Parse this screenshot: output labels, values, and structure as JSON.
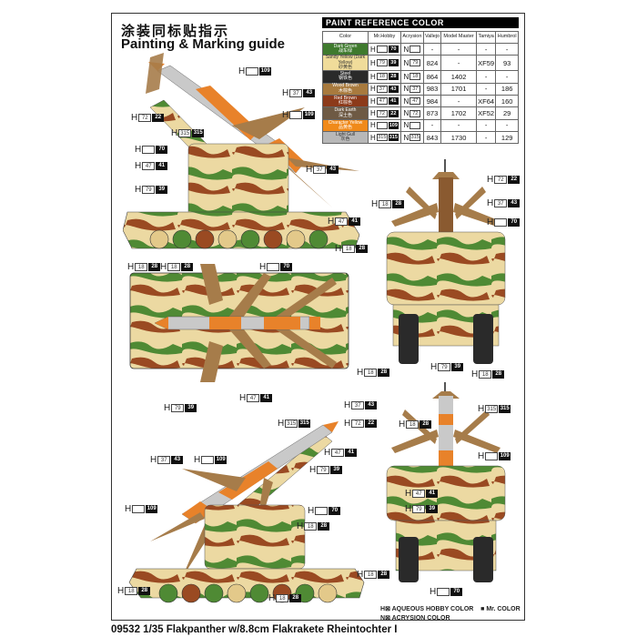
{
  "header": {
    "title_cn": "涂装同标贴指示",
    "title_en": "Painting & Marking guide"
  },
  "footer": {
    "caption": "09532 1/35 Flakpanther w/8.8cm Flakrakete Rheintochter I"
  },
  "paint_table": {
    "title": "PAINT  REFERENCE COLOR",
    "columns": [
      "Color",
      "Mr.Hobby",
      "Acrysion",
      "Vallejo",
      "Model Master",
      "Tamiya",
      "Humbrol"
    ],
    "rows": [
      {
        "name": "Dark Green",
        "name_cn": "战车绿",
        "swatch": "#3f7a2e",
        "text": "#ffffff",
        "h_aqueous": "",
        "h_mr": "70",
        "n": "",
        "vallejo": "-",
        "model_master": "-",
        "tamiya": "-",
        "humbrol": "-"
      },
      {
        "name": "Sandy Yellow (Dark Yellow)",
        "name_cn": "砂黄色",
        "swatch": "#f0dc9a",
        "text": "#333333",
        "h_aqueous": "79",
        "h_mr": "39",
        "n": "79",
        "vallejo": "824",
        "model_master": "-",
        "tamiya": "XF59",
        "humbrol": "93"
      },
      {
        "name": "Steel",
        "name_cn": "钢铁色",
        "swatch": "#2a2a2a",
        "text": "#ffffff",
        "h_aqueous": "18",
        "h_mr": "28",
        "n": "18",
        "vallejo": "864",
        "model_master": "1402",
        "tamiya": "-",
        "humbrol": "-"
      },
      {
        "name": "Wood Brown",
        "name_cn": "木棕色",
        "swatch": "#a87a3e",
        "text": "#ffffff",
        "h_aqueous": "37",
        "h_mr": "43",
        "n": "37",
        "vallejo": "983",
        "model_master": "1701",
        "tamiya": "-",
        "humbrol": "186"
      },
      {
        "name": "Red Brown",
        "name_cn": "红棕色",
        "swatch": "#8c3a1a",
        "text": "#ffffff",
        "h_aqueous": "47",
        "h_mr": "41",
        "n": "47",
        "vallejo": "984",
        "model_master": "-",
        "tamiya": "XF64",
        "humbrol": "160"
      },
      {
        "name": "Dark Earth",
        "name_cn": "深土色",
        "swatch": "#6e5a44",
        "text": "#ffffff",
        "h_aqueous": "72",
        "h_mr": "22",
        "n": "72",
        "vallejo": "873",
        "model_master": "1702",
        "tamiya": "XF52",
        "humbrol": "29"
      },
      {
        "name": "Character Yellow",
        "name_cn": "品黄色",
        "swatch": "#f08a1a",
        "text": "#ffffff",
        "h_aqueous": "",
        "h_mr": "109",
        "n": "",
        "vallejo": "-",
        "model_master": "-",
        "tamiya": "-",
        "humbrol": "-"
      },
      {
        "name": "Light Gull",
        "name_cn": "灰色",
        "swatch": "#b8b8b8",
        "text": "#333333",
        "h_aqueous": "315",
        "h_mr": "315",
        "n": "315",
        "vallejo": "843",
        "model_master": "1730",
        "tamiya": "-",
        "humbrol": "129"
      }
    ]
  },
  "callouts": {
    "side_top": [
      {
        "w": "",
        "b": "109"
      },
      {
        "w": "37",
        "b": "43"
      },
      {
        "w": "",
        "b": "109"
      },
      {
        "w": "72",
        "b": "22"
      },
      {
        "w": "315",
        "b": "315"
      },
      {
        "w": "",
        "b": "70"
      },
      {
        "w": "47",
        "b": "41"
      },
      {
        "w": "79",
        "b": "39"
      },
      {
        "w": "37",
        "b": "43"
      },
      {
        "w": "18",
        "b": "28"
      },
      {
        "w": "47",
        "b": "41"
      },
      {
        "w": "18",
        "b": "28"
      }
    ],
    "front_top": [
      {
        "w": "72",
        "b": "22"
      },
      {
        "w": "37",
        "b": "43"
      },
      {
        "w": "",
        "b": "70"
      },
      {
        "w": "79",
        "b": "39"
      },
      {
        "w": "18",
        "b": "28"
      }
    ],
    "top_view": [
      {
        "w": "18",
        "b": "28"
      },
      {
        "w": "18",
        "b": "28"
      },
      {
        "w": "",
        "b": "70"
      },
      {
        "w": "18",
        "b": "28"
      },
      {
        "w": "47",
        "b": "41"
      },
      {
        "w": "79",
        "b": "39"
      }
    ],
    "side_bottom": [
      {
        "w": "37",
        "b": "43"
      },
      {
        "w": "72",
        "b": "22"
      },
      {
        "w": "315",
        "b": "315"
      },
      {
        "w": "47",
        "b": "41"
      },
      {
        "w": "79",
        "b": "39"
      },
      {
        "w": "37",
        "b": "43"
      },
      {
        "w": "",
        "b": "109"
      },
      {
        "w": "",
        "b": "109"
      },
      {
        "w": "",
        "b": "70"
      },
      {
        "w": "18",
        "b": "28"
      },
      {
        "w": "18",
        "b": "28"
      },
      {
        "w": "18",
        "b": "28"
      }
    ],
    "rear": [
      {
        "w": "315",
        "b": "315"
      },
      {
        "w": "18",
        "b": "28"
      },
      {
        "w": "",
        "b": "109"
      },
      {
        "w": "47",
        "b": "41"
      },
      {
        "w": "79",
        "b": "39"
      },
      {
        "w": "18",
        "b": "28"
      },
      {
        "w": "",
        "b": "70"
      }
    ],
    "prefix_h": "H"
  },
  "legend": {
    "h_line": "H",
    "h_text": "AQUEOUS HOBBY COLOR",
    "mr_text": "Mr. COLOR",
    "n_line": "N",
    "n_text": "ACRYSION COLOR"
  }
}
